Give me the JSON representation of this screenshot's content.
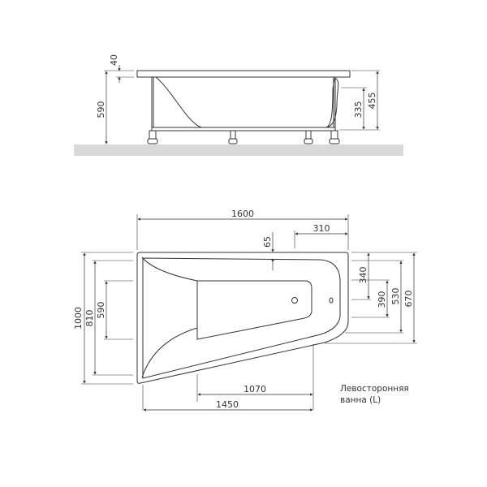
{
  "diagram": {
    "type": "technical-drawing",
    "subject": "corner bathtub, left-hand",
    "colors": {
      "line": "#333333",
      "floor": "#d9d9d9",
      "background": "#ffffff"
    },
    "front_view": {
      "dimensions": {
        "total_height": "590",
        "rim_thickness": "40",
        "overflow_height": "335",
        "bowl_depth": "455"
      }
    },
    "top_view": {
      "dimensions": {
        "overall_length": "1600",
        "right_offset": "310",
        "rim_width": "65",
        "overall_width_left": "1000",
        "inner_width_left": "810",
        "bottom_width_left": "590",
        "right_340": "340",
        "right_390": "390",
        "right_530": "530",
        "right_670": "670",
        "bottom_length": "1070",
        "inner_length": "1450"
      }
    },
    "note": {
      "line1": "Левосторонняя",
      "line2": "ванна (L)"
    }
  }
}
